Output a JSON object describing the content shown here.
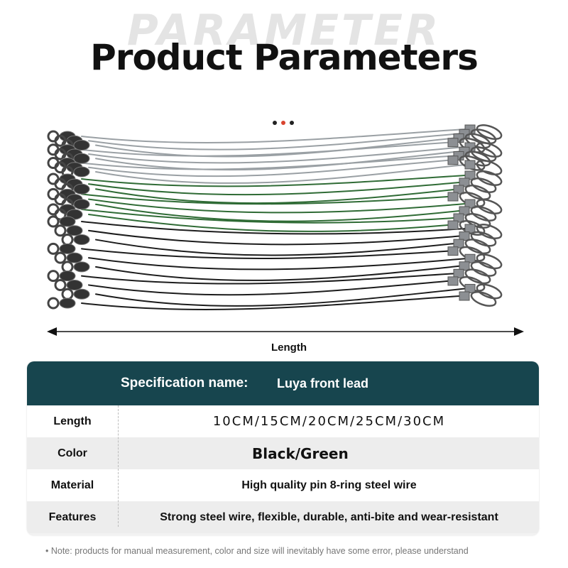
{
  "header": {
    "background_word": "PARAMETER",
    "title": "Product Parameters"
  },
  "product_image": {
    "wire_colors": {
      "silver": "#9aa0a4",
      "green": "#2f6b35",
      "black": "#1c1c1c"
    },
    "hardware_color": "#8c8f93"
  },
  "length_label": "Length",
  "spec_table": {
    "header": {
      "label": "Specification name:",
      "value": "Luya front lead",
      "background": "#17454e"
    },
    "rows": [
      {
        "label": "Length",
        "value": "10CM/15CM/20CM/25CM/30CM"
      },
      {
        "label": "Color",
        "value": "Black/Green"
      },
      {
        "label": "Material",
        "value": "High quality pin 8-ring steel wire"
      },
      {
        "label": "Features",
        "value": "Strong steel wire, flexible, durable, anti-bite and wear-resistant"
      }
    ]
  },
  "note": "• Note: products for manual measurement, color and size will inevitably have some error, please understand"
}
